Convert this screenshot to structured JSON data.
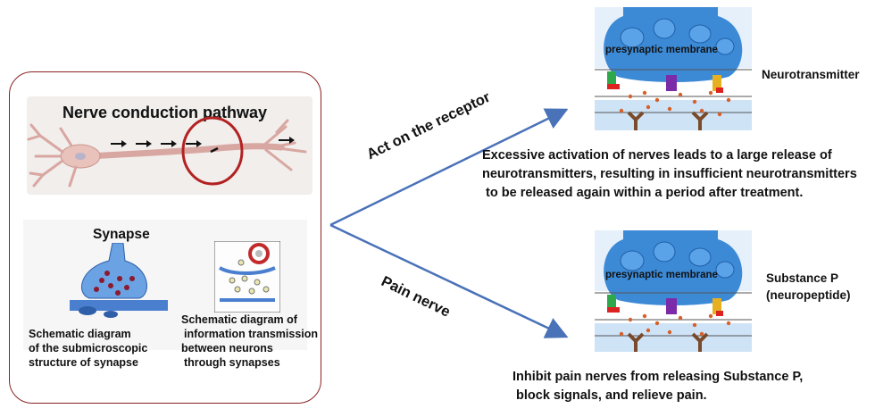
{
  "left_panel": {
    "title": "Nerve conduction pathway",
    "synapse_title": "Synapse",
    "caption_left": [
      "Schematic diagram",
      "of the submicroscopic",
      "structure of synapse"
    ],
    "caption_right": [
      "Schematic diagram of",
      "information transmission",
      "between neurons",
      "through synapses"
    ]
  },
  "branches": {
    "upper_label": "Act on the receptor",
    "lower_label": "Pain nerve"
  },
  "top_panel": {
    "membrane_label": "presynaptic membrane",
    "side_label": "Neurotransmitter",
    "description": [
      "Excessive activation of nerves leads to a large release of",
      "neurotransmitters, resulting in insufficient neurotransmitters",
      " to be released again within a period after treatment."
    ]
  },
  "bottom_panel": {
    "membrane_label": "presynaptic membrane",
    "side_label": [
      "Substance P",
      "(neuropeptide)"
    ],
    "description": [
      "Inhibit pain nerves from releasing Substance P,",
      " block signals, and relieve pain."
    ]
  },
  "colors": {
    "panel_border": "#8b2222",
    "arrow": "#4a72b8",
    "vesicle": "#3c8ad6",
    "dot": "#d6602a"
  }
}
